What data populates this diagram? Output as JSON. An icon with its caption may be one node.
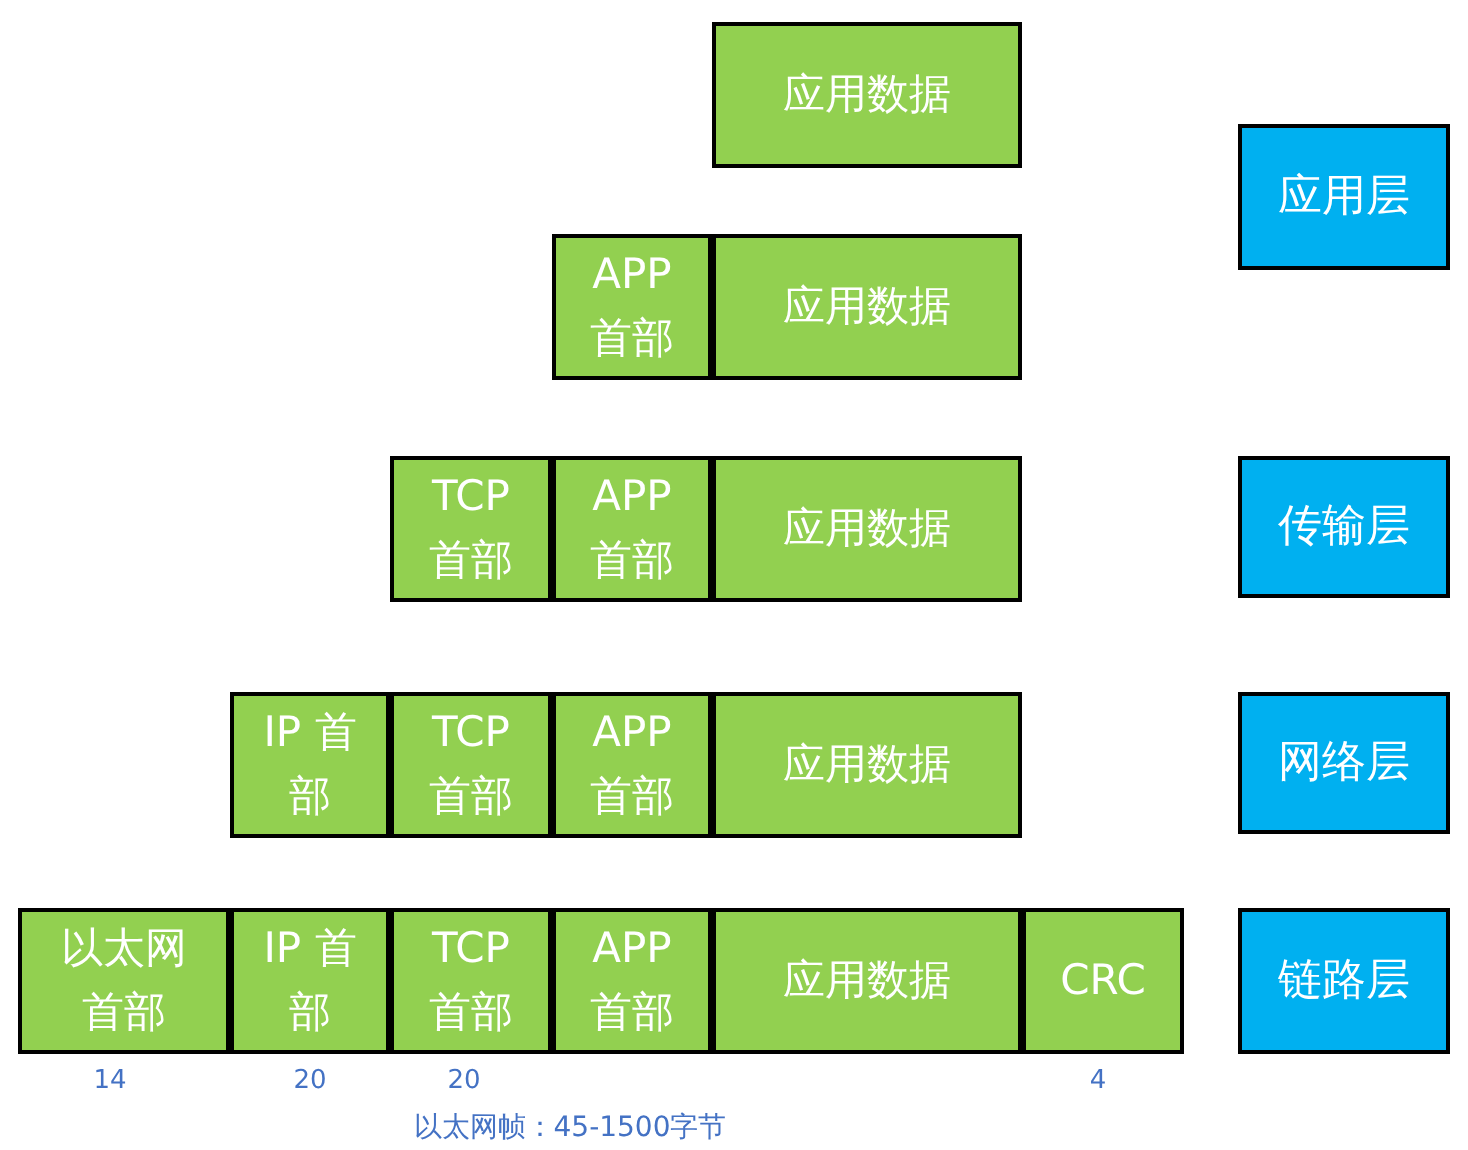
{
  "diagram": {
    "nodes": [
      {
        "text": [
          "应用数据"
        ]
      },
      {
        "text": [
          "应用层"
        ]
      },
      {
        "text": [
          "APP 首部"
        ]
      },
      {
        "text": [
          "应用数据"
        ]
      },
      {
        "text": [
          "TCP 首部"
        ]
      },
      {
        "text": [
          "APP 首部"
        ]
      },
      {
        "text": [
          "应用数据"
        ]
      },
      {
        "text": [
          "传输层"
        ]
      },
      {
        "text": [
          "IP 首部"
        ]
      },
      {
        "text": [
          "TCP 首部"
        ]
      },
      {
        "text": [
          "APP 首部"
        ]
      },
      {
        "text": [
          "应用数据"
        ]
      },
      {
        "text": [
          "网络层"
        ]
      },
      {
        "text": [
          "以太网首部"
        ]
      },
      {
        "text": [
          "IP 首部"
        ]
      },
      {
        "text": [
          "TCP 首部"
        ]
      },
      {
        "text": [
          "APP 首部"
        ]
      },
      {
        "text": [
          "应用数据"
        ]
      },
      {
        "text": [
          "CRC"
        ]
      },
      {
        "text": [
          "链路层"
        ]
      }
    ],
    "labels": [
      "14",
      "20",
      "20",
      "4",
      "以太网帧：45-1500字节"
    ]
  }
}
